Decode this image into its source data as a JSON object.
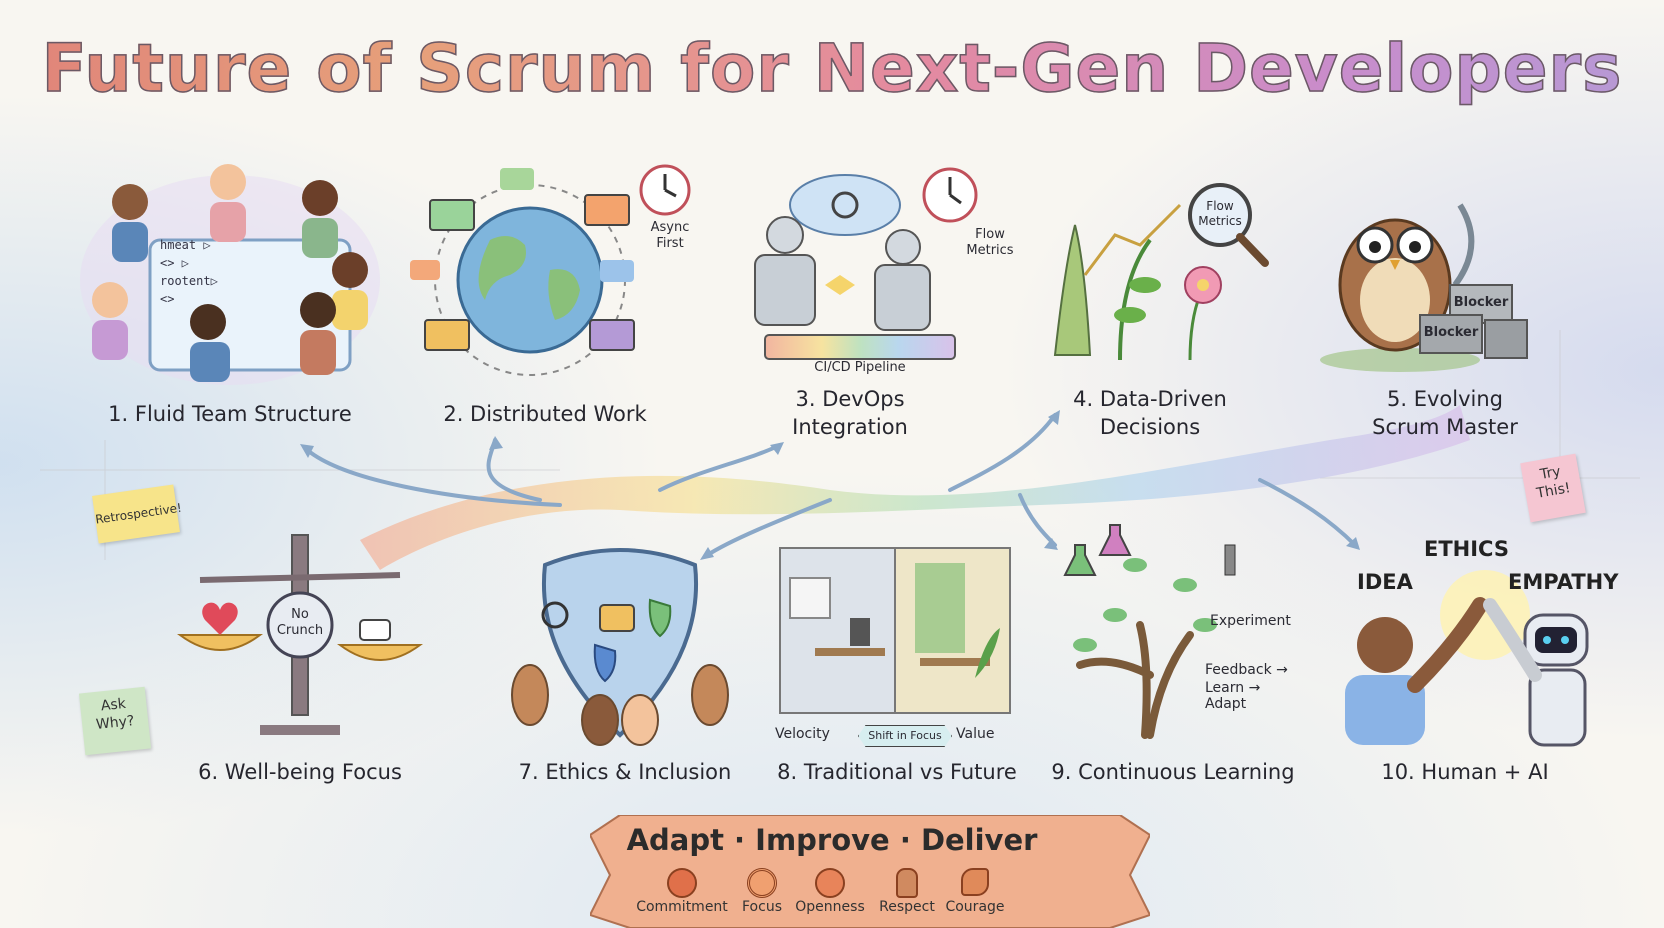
{
  "title": "Future of Scrum for Next-Gen Developers",
  "panels": {
    "p1": {
      "caption": "1. Fluid Team Structure",
      "screen_lines": [
        "hmeat ▷",
        "<> ▷",
        "rootent▷",
        "<>"
      ]
    },
    "p2": {
      "caption": "2. Distributed Work",
      "clock_label": "Async\nFirst"
    },
    "p3": {
      "caption_line1": "3. DevOps",
      "caption_line2": "Integration",
      "pipeline_label": "CI/CD Pipeline",
      "clock_label": "Flow\nMetrics"
    },
    "p4": {
      "caption_line1": "4. Data-Driven",
      "caption_line2": "Decisions",
      "magnifier_label": "Flow\nMetrics"
    },
    "p5": {
      "caption_line1": "5. Evolving",
      "caption_line2": "Scrum Master",
      "block1": "Blocker",
      "block2": "Blocker"
    },
    "p6": {
      "caption": "6. Well-being Focus",
      "badge": "No\nCrunch"
    },
    "p7": {
      "caption": "7. Ethics & Inclusion"
    },
    "p8": {
      "caption": "8. Traditional vs Future",
      "left": "Velocity",
      "arrow": "Shift in Focus",
      "right": "Value"
    },
    "p9": {
      "caption": "9. Continuous Learning",
      "experiment": "Experiment",
      "loop1": "Feedback →",
      "loop2": "Learn → Adapt"
    },
    "p10": {
      "caption": "10. Human + AI",
      "words": [
        "IDEA",
        "ETHICS",
        "EMPATHY"
      ]
    }
  },
  "sticky_notes": {
    "retrospective": "Retrospective!",
    "ask_why": "Ask\nWhy?",
    "try_this": "Try\nThis!"
  },
  "banner": {
    "motto": "Adapt · Improve · Deliver",
    "values": [
      {
        "label": "Commitment",
        "icon": "heart-icon"
      },
      {
        "label": "Focus",
        "icon": "target-icon"
      },
      {
        "label": "Openness",
        "icon": "open-heart-icon"
      },
      {
        "label": "Respect",
        "icon": "person-icon"
      },
      {
        "label": "Courage",
        "icon": "flexed-arm-icon"
      }
    ]
  },
  "colors": {
    "title_gradient": [
      "#e0837a",
      "#e6a07a",
      "#e48aa0",
      "#c98ccb",
      "#b59ad6"
    ],
    "banner": "#f0b08f",
    "flow_ribbon": [
      "#f2b5a0",
      "#f6e3a0",
      "#bfe2c0",
      "#b9d7ee",
      "#d9c2ea"
    ]
  }
}
